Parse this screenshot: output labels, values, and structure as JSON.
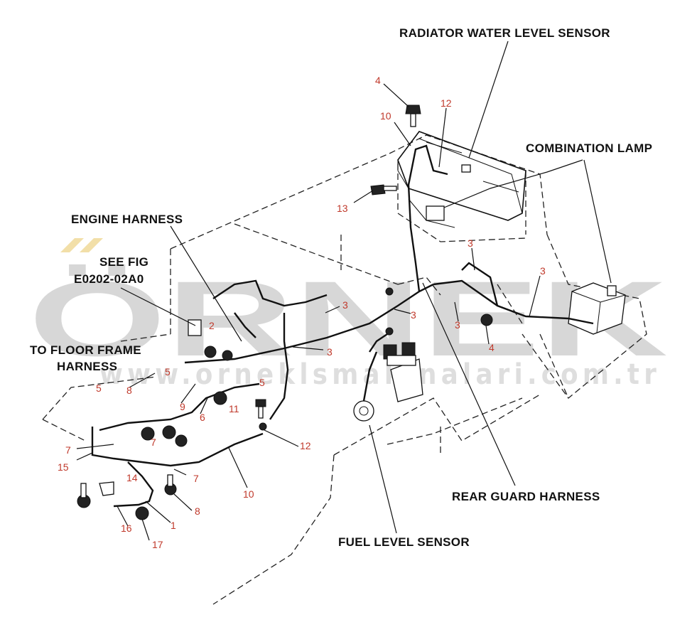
{
  "watermark": {
    "brand": "ÖRNEK",
    "url": "www.orneklsmakinalari.com.tr"
  },
  "callouts": {
    "radiator_sensor": "RADIATOR WATER LEVEL SENSOR",
    "combination_lamp": "COMBINATION LAMP",
    "engine_harness": "ENGINE HARNESS",
    "see_fig_line1": "SEE FIG",
    "see_fig_line2": "E0202-02A0",
    "floor_frame_line1": "TO FLOOR FRAME",
    "floor_frame_line2": "HARNESS",
    "rear_guard_harness": "REAR GUARD HARNESS",
    "fuel_level_sensor": "FUEL LEVEL SENSOR"
  },
  "part_numbers": {
    "n4_top": "4",
    "n10_top": "10",
    "n12_top": "12",
    "n13": "13",
    "n3_a": "3",
    "n3_b": "3",
    "n3_c": "3",
    "n3_d": "3",
    "n3_e": "3",
    "n3_f": "3",
    "n2": "2",
    "n4_right": "4",
    "n5_a": "5",
    "n5_b": "5",
    "n5_c": "5",
    "n8_a": "8",
    "n9": "9",
    "n6": "6",
    "n11": "11",
    "n7_a": "7",
    "n7_b": "7",
    "n7_c": "7",
    "n15": "15",
    "n14": "14",
    "n12_bottom": "12",
    "n10_bottom": "10",
    "n8_b": "8",
    "n1": "1",
    "n16": "16",
    "n17": "17"
  }
}
